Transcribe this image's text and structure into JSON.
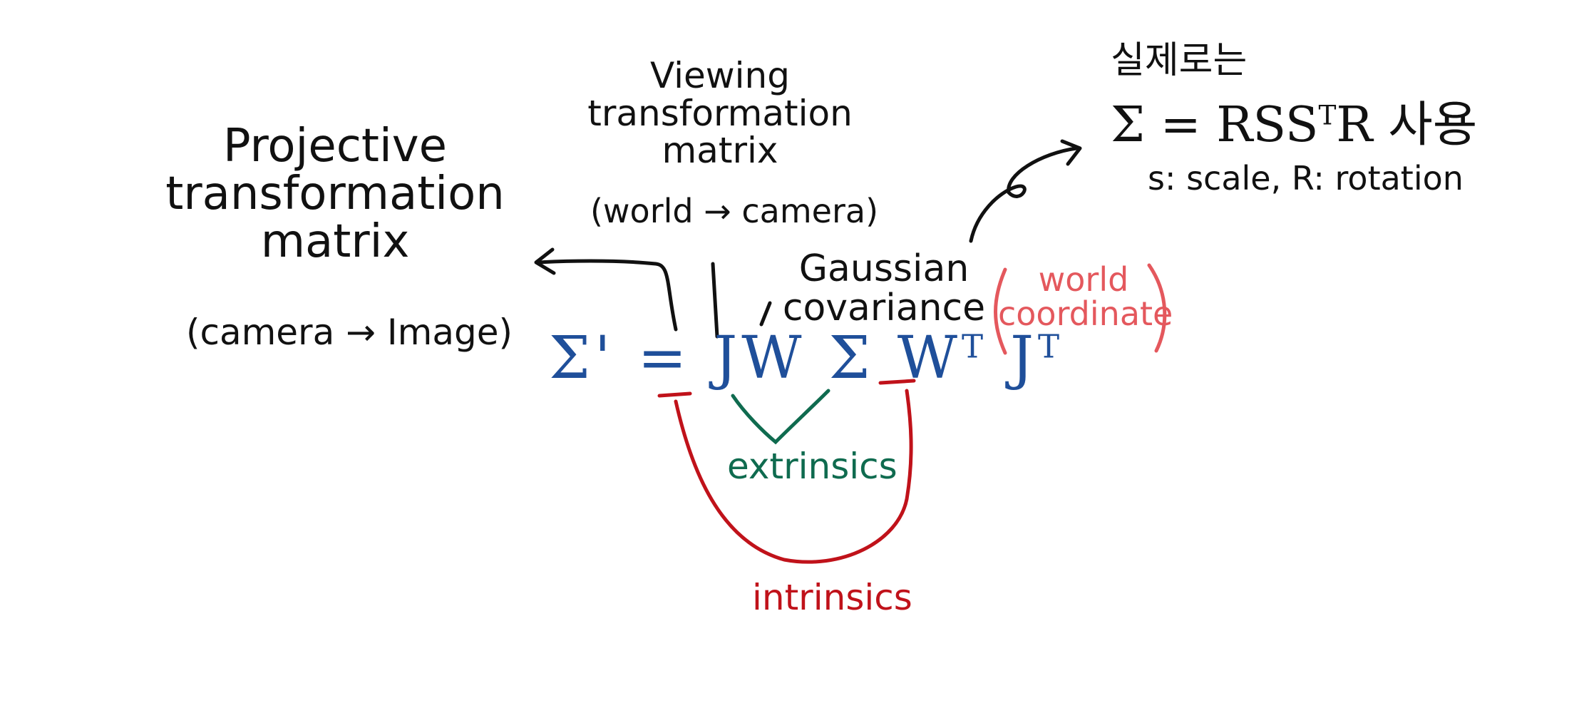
{
  "colors": {
    "ink": "#111111",
    "equation_blue": "#1f4f9a",
    "extrinsics_green": "#0f6b4f",
    "intrinsics_red": "#c0121a",
    "world_coord_pink": "#e4585d"
  },
  "projective": {
    "title": "Projective transformation matrix",
    "subtitle": "(camera → Image)"
  },
  "viewing": {
    "title": "Viewing transformation matrix",
    "subtitle": "(world → camera)"
  },
  "gaussian_covariance": "Gaussian covariance",
  "world_coordinate": "world coordinate",
  "equation": {
    "lhs": "Σ'",
    "equals": "=",
    "j": "J",
    "w": "W",
    "sigma": "Σ",
    "w_t": "W",
    "j_t": "J",
    "t": "T"
  },
  "extrinsics": "extrinsics",
  "intrinsics": "intrinsics",
  "note": {
    "korean": "실제로는",
    "formula_lhs": "Σ = RSS",
    "formula_rhs": "R 사용",
    "sup": "T",
    "legend": "s: scale, R: rotation"
  }
}
